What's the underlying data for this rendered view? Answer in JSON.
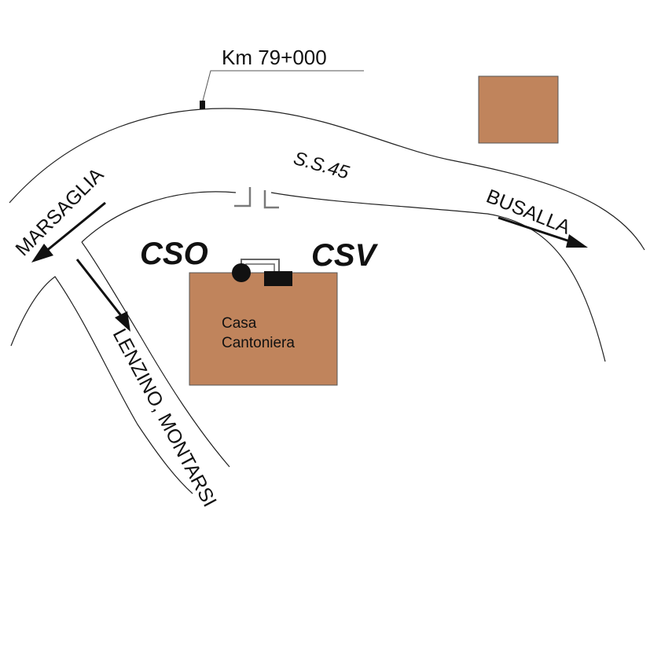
{
  "km_marker": "Km 79+000",
  "road_name": "S.S.45",
  "directions": {
    "marsaglia": "MARSAGLIA",
    "busalla": "BUSALLA",
    "lenzino_montarsi": "LENZINO, MONTARSI"
  },
  "stations": {
    "cso": "CSO",
    "csv": "CSV"
  },
  "building": {
    "line1": "Casa",
    "line2": "Cantoniera"
  },
  "colors": {
    "building_fill": "#c0845c",
    "road_line": "#222222",
    "marker": "#111111",
    "pipe": "#7a7a7a"
  }
}
